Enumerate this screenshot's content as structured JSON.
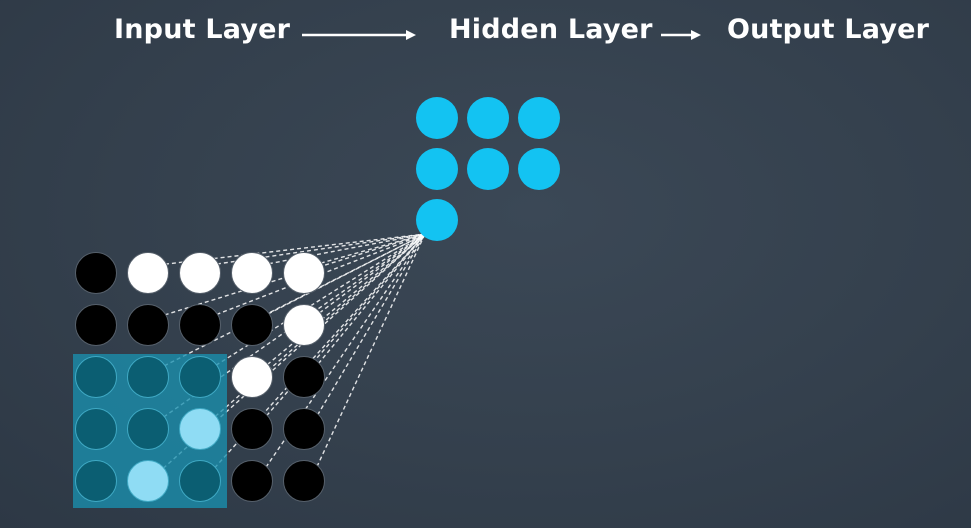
{
  "header": {
    "input_layer_label": "Input Layer",
    "hidden_layer_label": "Hidden Layer",
    "output_layer_label": "Output Layer"
  },
  "colors": {
    "background": "#34404d",
    "hidden_node": "#13c3f2",
    "input_black": "#000000",
    "input_white": "#ffffff",
    "patch_overlay": "#1a8fae",
    "patch_black_node": "#0b5e72",
    "patch_white_node": "#8fdcf4",
    "connection_line": "#ffffff"
  },
  "hidden_layer": {
    "rows": [
      [
        1,
        1,
        1
      ],
      [
        1,
        1,
        1
      ],
      [
        1,
        0,
        0
      ]
    ],
    "active_node": [
      2,
      0
    ]
  },
  "input_layer": {
    "grid": [
      [
        "black",
        "white",
        "white",
        "white",
        "white"
      ],
      [
        "black",
        "black",
        "black",
        "black",
        "white"
      ],
      [
        "black",
        "black",
        "black",
        "white",
        "black"
      ],
      [
        "black",
        "black",
        "white",
        "black",
        "black"
      ],
      [
        "black",
        "white",
        "black",
        "black",
        "black"
      ]
    ],
    "patch": {
      "row_start": 2,
      "col_start": 0,
      "size": 3
    }
  }
}
